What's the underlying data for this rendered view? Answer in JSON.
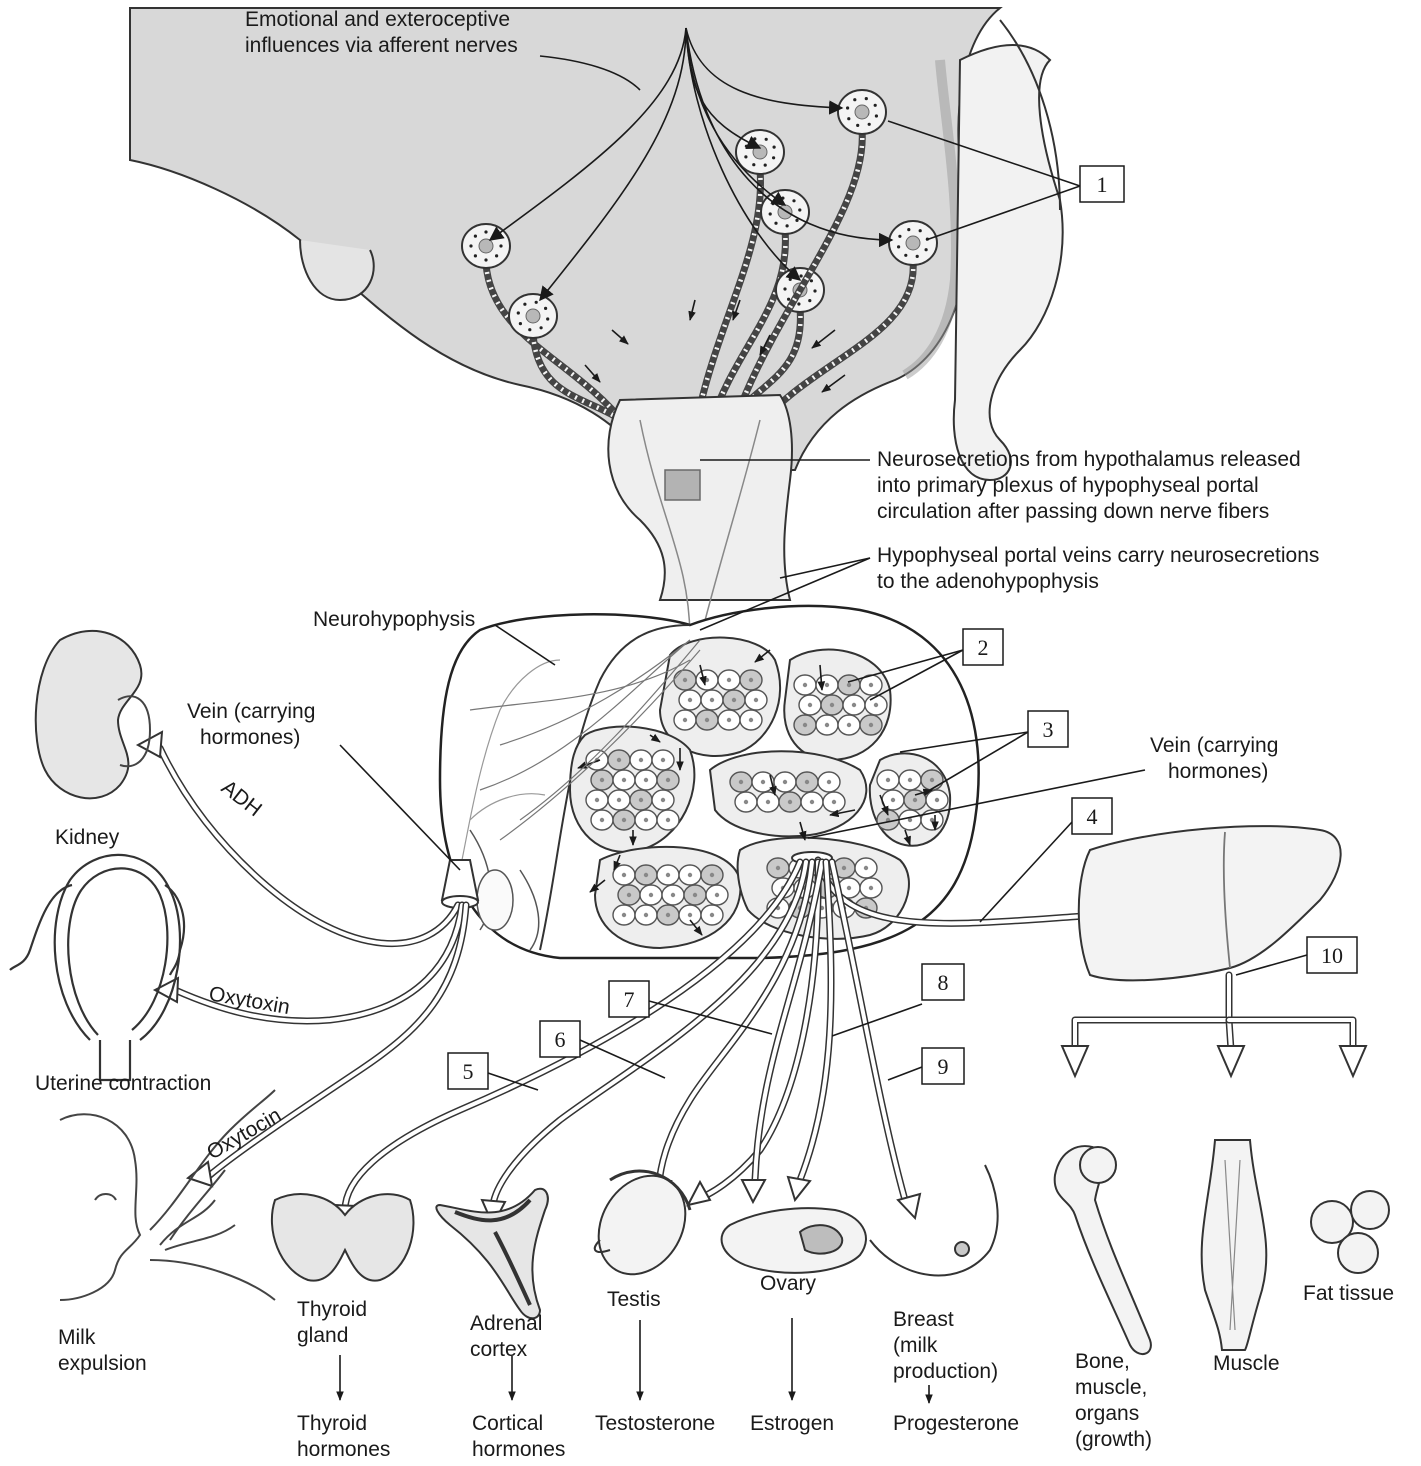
{
  "colors": {
    "stroke": "#1a1a1a",
    "brain": "#d6d6d6",
    "tissue": "#eeeeee",
    "cell_shaded": "#c9c9c9"
  },
  "labels": {
    "emotional": [
      "Emotional and exteroceptive",
      "influences via afferent nerves"
    ],
    "neurosecretions": [
      "Neurosecretions from hypothalamus released",
      "into primary plexus of hypophyseal portal",
      "circulation after passing down nerve fibers"
    ],
    "portal_veins": [
      "Hypophyseal portal veins carry neurosecretions",
      "to the adenohypophysis"
    ],
    "neurohypophysis": "Neurohypophysis",
    "vein_left": [
      "Vein (carrying",
      "hormones)"
    ],
    "vein_right": [
      "Vein (carrying",
      "hormones)"
    ],
    "adh": "ADH",
    "oxytoxin": "Oxytoxin",
    "oxytocin": "Oxytocin",
    "kidney": "Kidney",
    "uterine": "Uterine contraction",
    "milk": [
      "Milk",
      "expulsion"
    ],
    "thyroid": [
      "Thyroid",
      "gland"
    ],
    "thyroid_hormones": [
      "Thyroid",
      "hormones"
    ],
    "adrenal": [
      "Adrenal",
      "cortex"
    ],
    "cortical_hormones": [
      "Cortical",
      "hormones"
    ],
    "testis": "Testis",
    "testosterone": "Testosterone",
    "ovary": "Ovary",
    "estrogen": "Estrogen",
    "breast": [
      "Breast",
      "(milk",
      "production)"
    ],
    "progesterone": "Progesterone",
    "bone": [
      "Bone,",
      "muscle,",
      "organs",
      "(growth)"
    ],
    "muscle": "Muscle",
    "fat": "Fat tissue"
  },
  "numbered_boxes": [
    "1",
    "2",
    "3",
    "4",
    "5",
    "6",
    "7",
    "8",
    "9",
    "10"
  ]
}
